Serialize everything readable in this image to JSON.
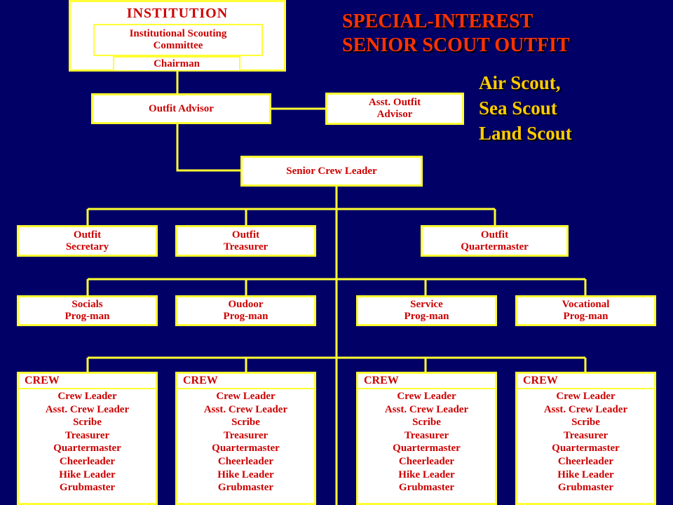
{
  "title": [
    "SPECIAL-INTEREST",
    "SENIOR SCOUT OUTFIT"
  ],
  "scout_types": [
    "Air Scout,",
    "Sea Scout",
    "Land Scout"
  ],
  "institution": {
    "title": "INSTITUTION",
    "committee": [
      "Institutional Scouting",
      "Committee"
    ],
    "chairman": "Chairman"
  },
  "outfit_advisor": "Outfit Advisor",
  "asst_outfit_advisor": [
    "Asst. Outfit",
    "Advisor"
  ],
  "senior_crew_leader": "Senior Crew Leader",
  "officers": [
    [
      "Outfit",
      "Secretary"
    ],
    [
      "Outfit",
      "Treasurer"
    ],
    [
      "Outfit",
      "Quartermaster"
    ]
  ],
  "program_men": [
    [
      "Socials",
      "Prog-man"
    ],
    [
      "Oudoor",
      "Prog-man"
    ],
    [
      "Service",
      "Prog-man"
    ],
    [
      "Vocational",
      "Prog-man"
    ]
  ],
  "crews": [
    {
      "head": "CREW",
      "members": [
        "Crew Leader",
        "Asst. Crew Leader",
        "Scribe",
        "Treasurer",
        "Quartermaster",
        "Cheerleader",
        "Hike Leader",
        "Grubmaster"
      ]
    },
    {
      "head": "CREW",
      "members": [
        "Crew Leader",
        "Asst. Crew Leader",
        "Scribe",
        "Treasurer",
        "Quartermaster",
        "Cheerleader",
        "Hike Leader",
        "Grubmaster"
      ]
    },
    {
      "head": "CREW",
      "members": [
        "Crew Leader",
        "Asst. Crew Leader",
        "Scribe",
        "Treasurer",
        "Quartermaster",
        "Cheerleader",
        "Hike Leader",
        "Grubmaster"
      ]
    },
    {
      "head": "CREW",
      "members": [
        "Crew Leader",
        "Asst. Crew Leader",
        "Scribe",
        "Treasurer",
        "Quartermaster",
        "Cheerleader",
        "Hike Leader",
        "Grubmaster"
      ]
    }
  ],
  "colors": {
    "background": "#000066",
    "box_text": "#cc0000",
    "connector": "#ffff33",
    "title": "#ff3300",
    "scout_types": "#ffcc00"
  }
}
